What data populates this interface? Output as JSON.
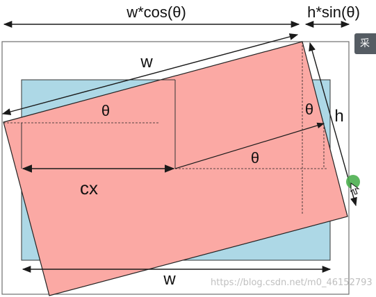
{
  "labels": {
    "top_width": "w*cos(θ)",
    "top_height": "h*sin(θ)",
    "w_rotated": "w",
    "h_rotated": "h",
    "theta_left": "θ",
    "theta_right": "θ",
    "theta_center": "θ",
    "cx": "cx",
    "w_bottom": "w"
  },
  "side_tab": {
    "label": "采"
  },
  "watermark": {
    "text": "https://blog.csdn.net/m0_46152793"
  },
  "colors": {
    "blue_rect": "#add8e6",
    "red_rect": "#fba9a4",
    "line": "#1a1a1a",
    "frame": "#6e6e6e",
    "cursor_dot": "#4caf50"
  }
}
